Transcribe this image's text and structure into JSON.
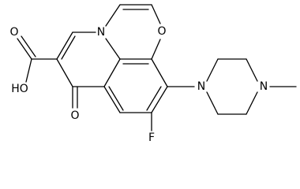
{
  "atom_labels": {
    "nitrogen_ring": "N",
    "oxygen_ring": "O",
    "nitrogen_piperazine_1": "N",
    "nitrogen_piperazine_4": "N",
    "fluorine": "F",
    "ketone_oxygen": "O",
    "hydroxyl": "HO",
    "carbonyl_oxygen": "O"
  },
  "colors": {
    "line": "#000000",
    "background": "#ffffff"
  }
}
